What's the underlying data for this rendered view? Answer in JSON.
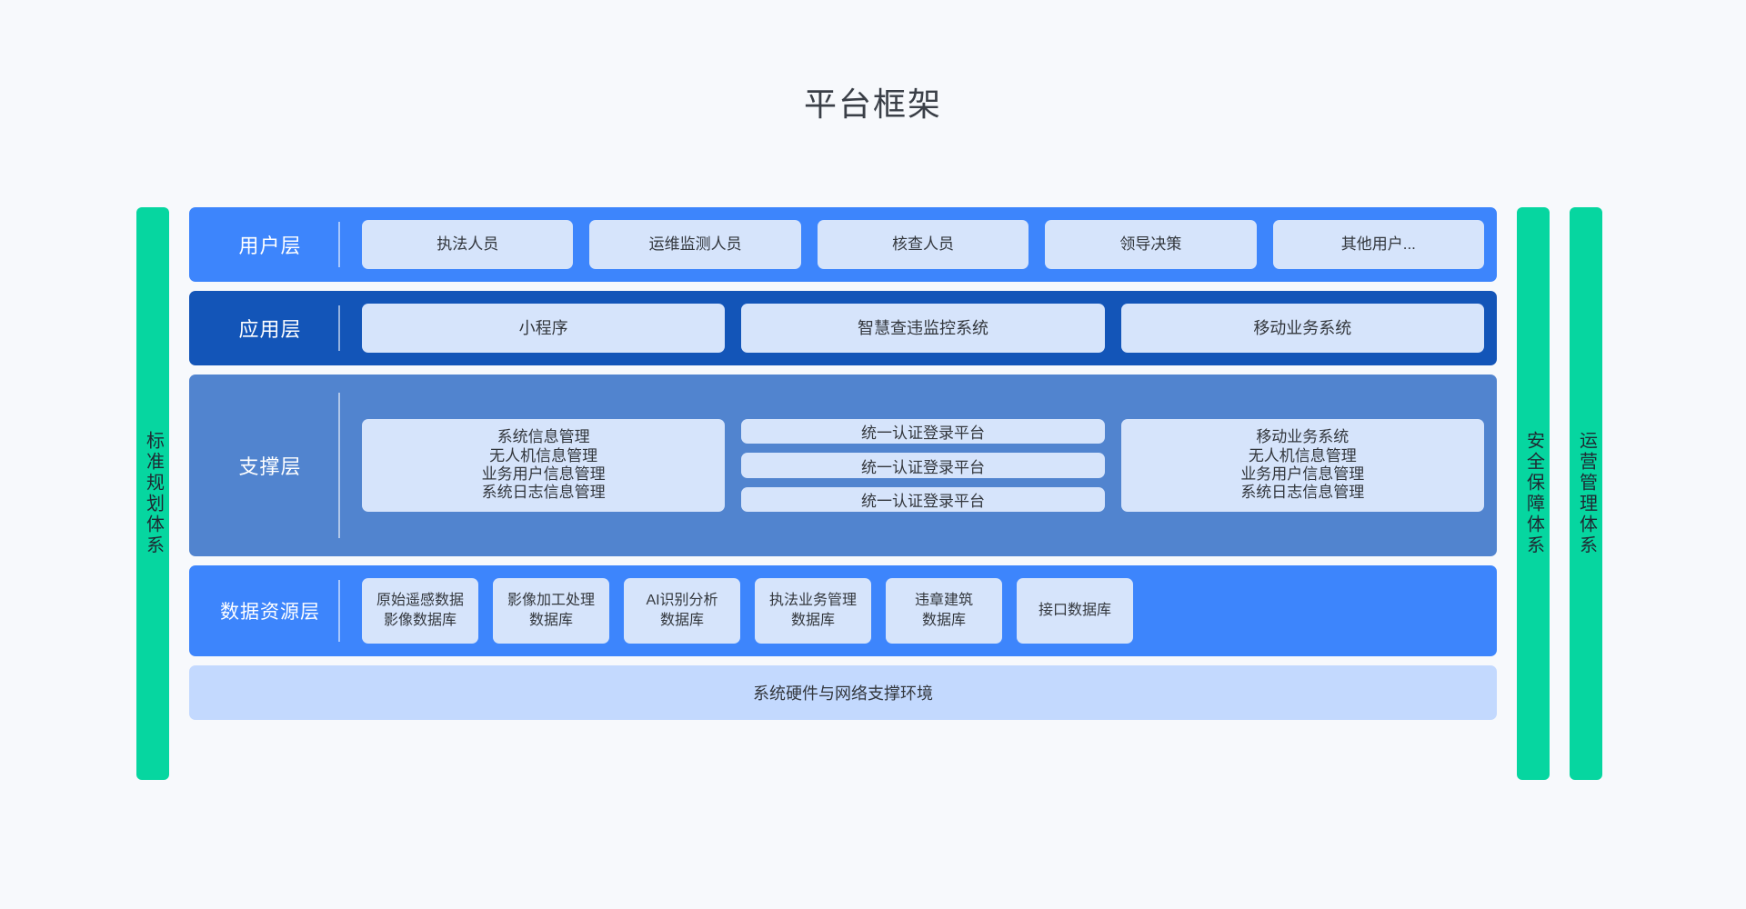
{
  "page": {
    "title": "平台框架",
    "background_color": "#f7f9fc"
  },
  "colors": {
    "user_layer": "#3d85fc",
    "application_layer": "#1355b8",
    "support_layer": "#5184cf",
    "data_layer": "#3d85fc",
    "hardware_bar": "#c3d9fe",
    "chip": "#d6e4fb",
    "side_panel": "#06d6a0",
    "title_text": "#3a3f47"
  },
  "side_panels": {
    "left": {
      "label": "标准规划体系"
    },
    "right": [
      {
        "label": "安全保障体系"
      },
      {
        "label": "运营管理体系"
      }
    ]
  },
  "layers": {
    "user": {
      "title": "用户层",
      "items": [
        {
          "label": "执法人员"
        },
        {
          "label": "运维监测人员"
        },
        {
          "label": "核查人员"
        },
        {
          "label": "领导决策"
        },
        {
          "label": "其他用户..."
        }
      ]
    },
    "application": {
      "title": "应用层",
      "items": [
        {
          "label": "小程序"
        },
        {
          "label": "智慧查违监控系统"
        },
        {
          "label": "移动业务系统"
        }
      ]
    },
    "support": {
      "title": "支撑层",
      "columns": [
        {
          "type": "block",
          "items": [
            {
              "label": "系统信息管理"
            },
            {
              "label": "无人机信息管理"
            },
            {
              "label": "业务用户信息管理"
            },
            {
              "label": "系统日志信息管理"
            }
          ]
        },
        {
          "type": "stacked",
          "items": [
            {
              "label": "统一认证登录平台"
            },
            {
              "label": "统一认证登录平台"
            },
            {
              "label": "统一认证登录平台"
            }
          ]
        },
        {
          "type": "block",
          "items": [
            {
              "label": "移动业务系统"
            },
            {
              "label": "无人机信息管理"
            },
            {
              "label": "业务用户信息管理"
            },
            {
              "label": "系统日志信息管理"
            }
          ]
        }
      ]
    },
    "data": {
      "title": "数据资源层",
      "items": [
        {
          "line1": "原始遥感数据",
          "line2": "影像数据库"
        },
        {
          "line1": "影像加工处理",
          "line2": "数据库"
        },
        {
          "line1": "AI识别分析",
          "line2": "数据库"
        },
        {
          "line1": "执法业务管理",
          "line2": "数据库"
        },
        {
          "line1": "违章建筑",
          "line2": "数据库"
        },
        {
          "line1": "接口数据库",
          "line2": ""
        }
      ]
    },
    "hardware": {
      "label": "系统硬件与网络支撑环境"
    }
  }
}
